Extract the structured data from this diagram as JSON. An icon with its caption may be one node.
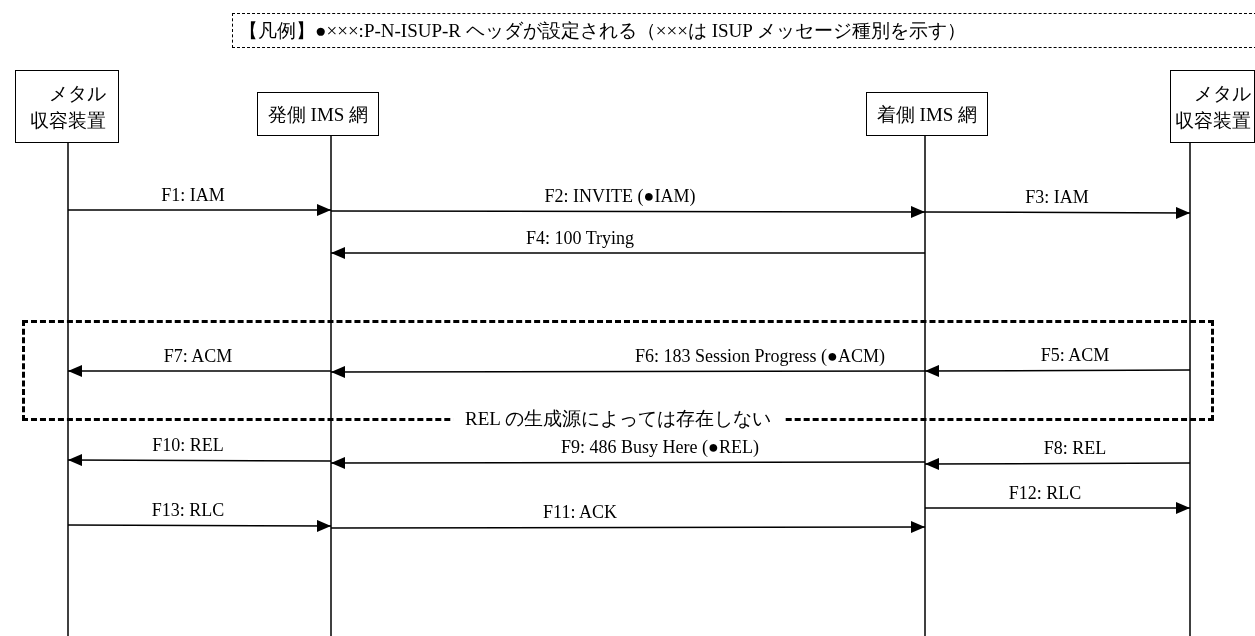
{
  "diagram": {
    "nodes": [
      {
        "text": [
          "【凡例】●×××:P-N-ISUP-R ヘッダが設定される（×××は ISUP メッセージ種別を示す）"
        ]
      },
      {
        "text": [
          "メタル収容装置"
        ]
      },
      {
        "text": [
          "発側 IMS 網"
        ]
      },
      {
        "text": [
          "着側 IMS 網"
        ]
      },
      {
        "text": [
          "メタル収容装置"
        ]
      }
    ],
    "labels": [
      "REL の生成源によっては存在しない"
    ],
    "edges": [
      {
        "from": 1,
        "to": 2,
        "arrow": "to",
        "label": "F1: IAM"
      },
      {
        "from": 2,
        "to": 3,
        "arrow": "to",
        "label": "F2: INVITE (●IAM)"
      },
      {
        "from": 3,
        "to": 4,
        "arrow": "to",
        "label": "F3: IAM"
      },
      {
        "from": 3,
        "to": 2,
        "arrow": "to",
        "label": "F4: 100 Trying"
      },
      {
        "from": 4,
        "to": 3,
        "arrow": "to",
        "label": "F5: ACM"
      },
      {
        "from": 3,
        "to": 2,
        "arrow": "to",
        "label": "F6: 183 Session Progress (●ACM)"
      },
      {
        "from": 2,
        "to": 1,
        "arrow": "to",
        "label": "F7: ACM"
      },
      {
        "from": 4,
        "to": 3,
        "arrow": "to",
        "label": "F8: REL"
      },
      {
        "from": 3,
        "to": 2,
        "arrow": "to",
        "label": "F9: 486 Busy Here (●REL)"
      },
      {
        "from": 2,
        "to": 1,
        "arrow": "to",
        "label": "F10: REL"
      },
      {
        "from": 2,
        "to": 3,
        "arrow": "to",
        "label": "F11: ACK"
      },
      {
        "from": 3,
        "to": 4,
        "arrow": "to",
        "label": "F12: RLC"
      },
      {
        "from": 1,
        "to": 2,
        "arrow": "to",
        "label": "F13: RLC"
      }
    ]
  }
}
